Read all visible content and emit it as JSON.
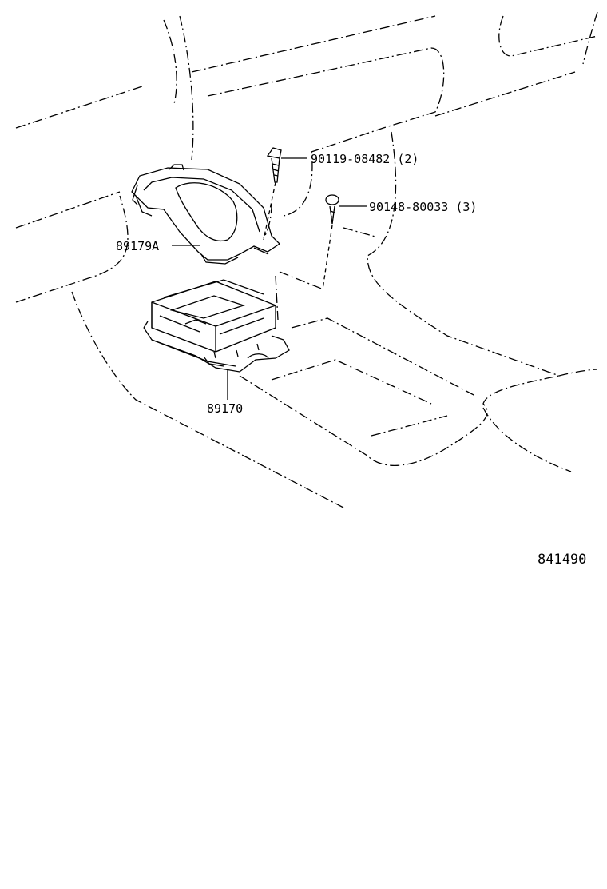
{
  "parts": [
    {
      "id": "bolt",
      "number": "90119-08482",
      "qty": "(2)"
    },
    {
      "id": "screw",
      "number": "90148-80033",
      "qty": "(3)"
    },
    {
      "id": "bracket",
      "number": "89179A"
    },
    {
      "id": "module",
      "number": "89170"
    }
  ],
  "figure_code": "841490"
}
